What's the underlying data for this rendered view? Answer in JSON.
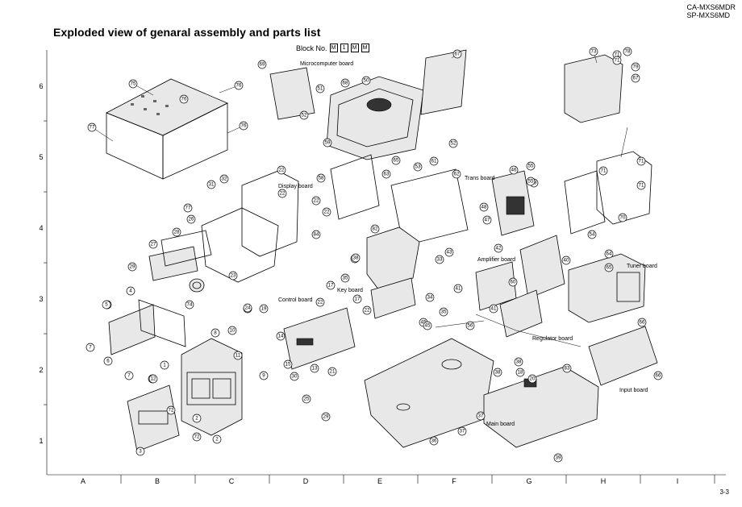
{
  "header": {
    "model_line1": "CA-MXS6MDR",
    "model_line2": "SP-MXS6MD",
    "title": "Exploded view of genaral assembly and parts list"
  },
  "block": {
    "label": "Block No.",
    "boxes": [
      "M",
      "1",
      "M",
      "M"
    ]
  },
  "grid": {
    "rows": [
      "6",
      "5",
      "4",
      "3",
      "2",
      "1"
    ],
    "columns": [
      "A",
      "B",
      "C",
      "D",
      "E",
      "F",
      "G",
      "H",
      "I"
    ]
  },
  "boards": [
    "Microcomputer board",
    "Display board",
    "Trans board",
    "Amplifier board",
    "Tuner board",
    "Key board",
    "Control board",
    "Regulator board",
    "Input board",
    "Main board"
  ],
  "callouts": [
    "75",
    "76",
    "76",
    "77",
    "77",
    "76",
    "69",
    "68",
    "50",
    "51",
    "52",
    "67",
    "73",
    "71",
    "78",
    "79",
    "67",
    "5",
    "22",
    "32",
    "31",
    "24",
    "22",
    "22",
    "22",
    "26",
    "84",
    "59",
    "58",
    "63",
    "65",
    "53",
    "52",
    "61",
    "62",
    "55",
    "46",
    "49",
    "48",
    "47",
    "55",
    "71",
    "71",
    "71",
    "71",
    "70",
    "28",
    "27",
    "29",
    "74",
    "23",
    "38",
    "35",
    "82",
    "33",
    "43",
    "56",
    "42",
    "54",
    "40",
    "64",
    "65",
    "45",
    "4",
    "5",
    "7",
    "6",
    "7",
    "12",
    "1",
    "3",
    "2",
    "72",
    "72",
    "2",
    "24",
    "19",
    "8",
    "10",
    "11",
    "9",
    "14",
    "13",
    "12",
    "30",
    "25",
    "29",
    "17",
    "22",
    "17",
    "22",
    "15",
    "21",
    "34",
    "35",
    "41",
    "41",
    "60",
    "38",
    "36",
    "37",
    "38",
    "38",
    "39",
    "83",
    "66",
    "66",
    "37",
    "18",
    "20",
    "45"
  ],
  "page_number": "3-3"
}
